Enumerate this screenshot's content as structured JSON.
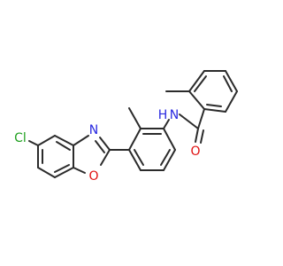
{
  "molecule": {
    "atom_labels": {
      "chlorine": "Cl",
      "oxazole_nitrogen": "N",
      "oxazole_oxygen": "O",
      "amide_nitrogen": "N",
      "amide_hydrogen": "H",
      "carbonyl_oxygen": "O"
    },
    "colors": {
      "bond": "#2b2b2b",
      "chlorine": "#1fa01f",
      "nitrogen": "#2828e0",
      "oxygen": "#e01010",
      "background": "#ffffff"
    }
  }
}
